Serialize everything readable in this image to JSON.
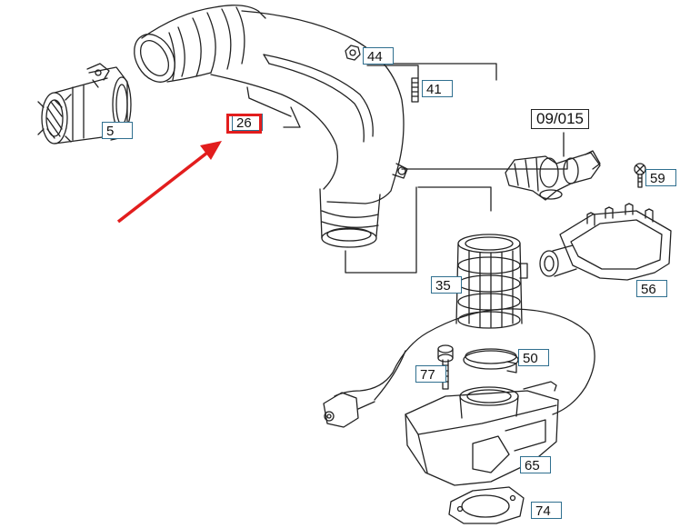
{
  "diagram": {
    "part_labels": {
      "p5": "5",
      "p26": "26",
      "p35": "35",
      "p41": "41",
      "p44": "44",
      "p50": "50",
      "p56": "56",
      "p59": "59",
      "p65": "65",
      "p74": "74",
      "p77": "77"
    },
    "group_label": "09/015",
    "colors": {
      "line": "#222222",
      "label_border": "#2f6f8f",
      "highlight": "#e21d1d",
      "arrow": "#e21d1d"
    }
  }
}
